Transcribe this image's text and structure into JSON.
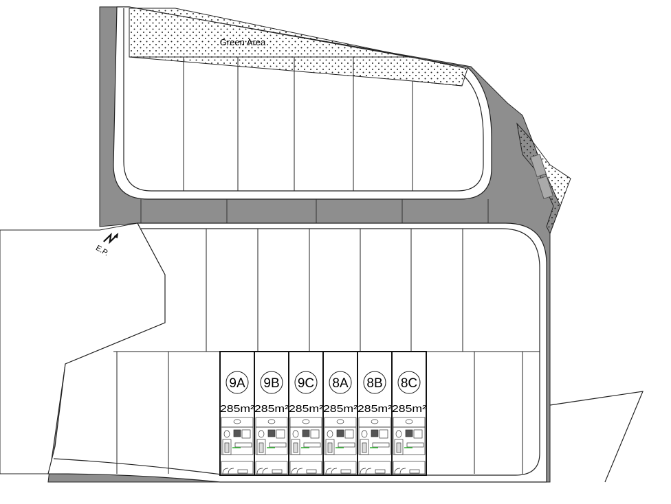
{
  "green_area_label": "Green Area",
  "ep_label": "E.P.",
  "colors": {
    "road": "#8e8e8e",
    "line": "#1a1a1a",
    "green_accent": "#2db02d"
  },
  "units": [
    {
      "id": "9A",
      "area": "285m²"
    },
    {
      "id": "9B",
      "area": "285m²"
    },
    {
      "id": "9C",
      "area": "285m²"
    },
    {
      "id": "8A",
      "area": "285m²"
    },
    {
      "id": "8B",
      "area": "285m²"
    },
    {
      "id": "8C",
      "area": "285m²"
    }
  ]
}
